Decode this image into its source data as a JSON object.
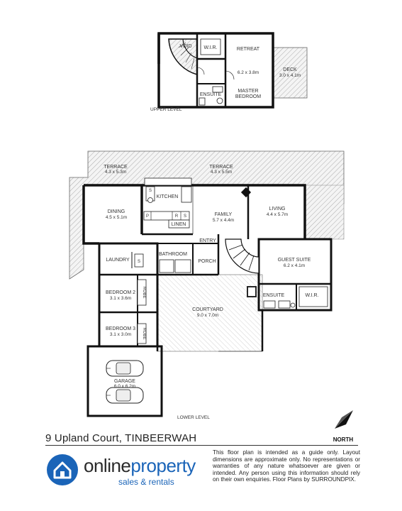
{
  "upper_level": {
    "label": "UPPER LEVEL",
    "rooms": [
      {
        "id": "void",
        "name": "VOID",
        "dims": ""
      },
      {
        "id": "wir",
        "name": "W.I.R.",
        "dims": ""
      },
      {
        "id": "retreat",
        "name": "RETREAT",
        "dims": ""
      },
      {
        "id": "master",
        "name": "MASTER\nBEDROOM",
        "dims": "6.2 x 3.8m"
      },
      {
        "id": "ensuite",
        "name": "ENSUITE",
        "dims": ""
      },
      {
        "id": "deck",
        "name": "DECK",
        "dims": "3.0 x 4.1m"
      }
    ]
  },
  "lower_level": {
    "label": "LOWER LEVEL",
    "rooms": [
      {
        "id": "terrace1",
        "name": "TERRACE",
        "dims": "4.3 x 5.3m"
      },
      {
        "id": "terrace2",
        "name": "TERRACE",
        "dims": "4.3 x 5.5m"
      },
      {
        "id": "kitchen",
        "name": "KITCHEN",
        "dims": ""
      },
      {
        "id": "dining",
        "name": "DINING",
        "dims": "4.5 x 5.1m"
      },
      {
        "id": "family",
        "name": "FAMILY",
        "dims": "5.7 x 4.4m"
      },
      {
        "id": "living",
        "name": "LIVING",
        "dims": "4.4 x 5.7m"
      },
      {
        "id": "linen",
        "name": "LINEN",
        "dims": ""
      },
      {
        "id": "entry",
        "name": "ENTRY",
        "dims": ""
      },
      {
        "id": "bathroom",
        "name": "BATHROOM",
        "dims": ""
      },
      {
        "id": "porch",
        "name": "PORCH",
        "dims": ""
      },
      {
        "id": "guest",
        "name": "GUEST SUITE",
        "dims": "6.2 x 4.1m"
      },
      {
        "id": "laundry",
        "name": "LAUNDRY",
        "dims": ""
      },
      {
        "id": "bed2",
        "name": "BEDROOM 2",
        "dims": "3.1 x 3.6m"
      },
      {
        "id": "bed3",
        "name": "BEDROOM 3",
        "dims": "3.1 x 3.0m"
      },
      {
        "id": "robe1",
        "name": "ROBE",
        "dims": ""
      },
      {
        "id": "robe2",
        "name": "ROBE",
        "dims": ""
      },
      {
        "id": "ensuite2",
        "name": "ENSUITE",
        "dims": ""
      },
      {
        "id": "wir2",
        "name": "W.I.R.",
        "dims": ""
      },
      {
        "id": "courtyard",
        "name": "COURTYARD",
        "dims": "9.0 x 7.0m"
      },
      {
        "id": "garage",
        "name": "GARAGE",
        "dims": "6.0 x 6.2m"
      }
    ],
    "fixture_letters": {
      "p": "P",
      "r": "R",
      "s": "S",
      "s2": "S",
      "s3": "S"
    }
  },
  "north_label": "NORTH",
  "address": "9 Upland Court, TINBEERWAH",
  "logo": {
    "word_a": "online",
    "word_b": "property",
    "sub": "sales & rentals"
  },
  "disclaimer": "This floor plan is intended as a guide only. Layout dimensions are approximate only. No representations or warranties of any nature whatsoever are given or intended. Any person using this information should rely on their own enquiries. Floor Plans by SURROUNDPIX.",
  "colors": {
    "brand_blue": "#1a64b8",
    "wall": "#111111",
    "hatch": "#9a9a9a"
  }
}
